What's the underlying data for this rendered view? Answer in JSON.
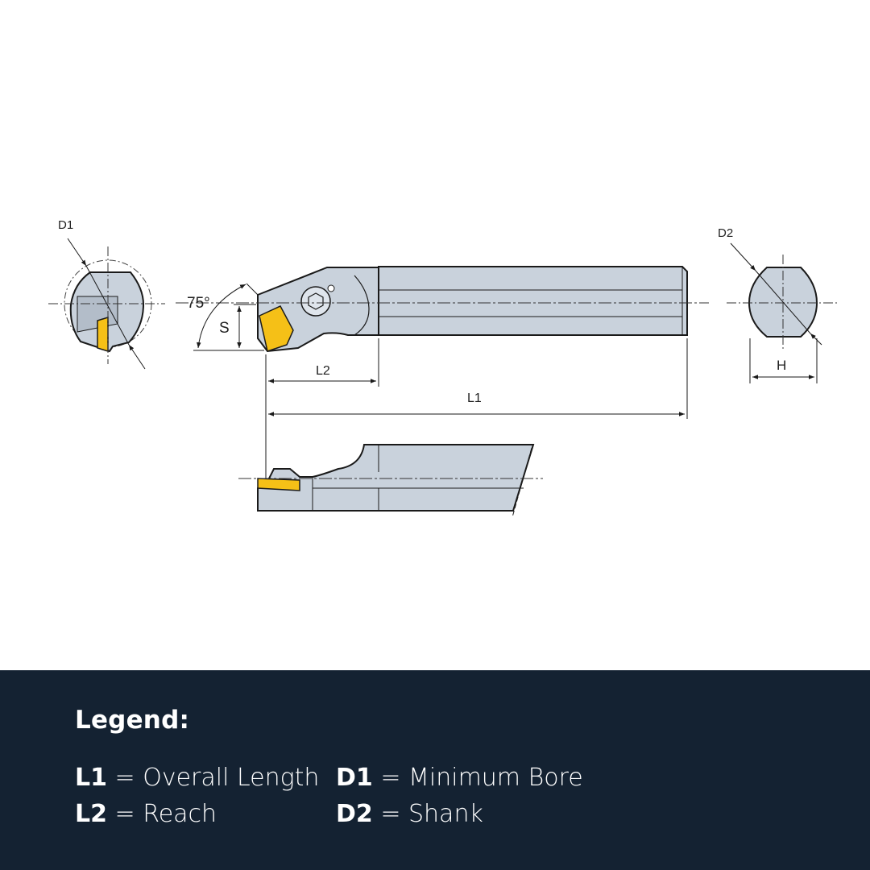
{
  "diagram": {
    "labels": {
      "d1": "D1",
      "d2": "D2",
      "angle": "75°",
      "s": "S",
      "l2": "L2",
      "l1": "L1",
      "h": "H"
    },
    "colors": {
      "body": "#c9d2dc",
      "body_dark": "#b3bdc9",
      "insert": "#f5c017",
      "outline": "#1a1a1a",
      "background": "#ffffff",
      "panel": "#142232"
    }
  },
  "legend": {
    "title": "Legend:",
    "items": [
      {
        "key": "L1",
        "sep": " = ",
        "desc": "Overall Length"
      },
      {
        "key": "L2",
        "sep": " = ",
        "desc": "Reach"
      },
      {
        "key": "D1",
        "sep": " = ",
        "desc": "Minimum Bore"
      },
      {
        "key": "D2",
        "sep": " = ",
        "desc": "Shank"
      }
    ]
  }
}
